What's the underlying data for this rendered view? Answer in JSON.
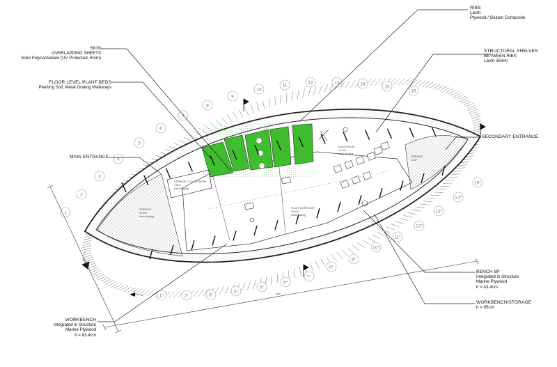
{
  "annotations": {
    "ribs": {
      "title": "RIBS",
      "lines": [
        "Larch",
        "Plywood / Glulam Composite"
      ]
    },
    "skin": {
      "title": "SKIN",
      "lines": [
        "OVERLAPPING SHEETS",
        "Solid Polycarbonate (UV Protected, 6mm)"
      ]
    },
    "plant_beds": {
      "title": "FLOOR LEVEL PLANT BEDS",
      "lines": [
        "Planting Soil, Metal Grating Walkways"
      ]
    },
    "shelves": {
      "title": "STRUCTURAL SHELVES",
      "lines": [
        "BETWEEN RIBS",
        "Larch 35mm"
      ]
    },
    "main_entrance": {
      "title": "MAIN ENTRANCE"
    },
    "secondary_entrance": {
      "title": "SECONDARY ENTRANCE"
    },
    "bench": {
      "title": "BENCH 8P",
      "lines": [
        "Integrated in Structure",
        "Marine Plywood",
        "h = 43.4cm"
      ]
    },
    "workbench_storage": {
      "title": "WORKBENCH/STORAGE",
      "lines": [
        "h = 95cm"
      ]
    },
    "workbench": {
      "title": "WORKBENCH",
      "lines": [
        "Integrated in Structure",
        "Marine Plywood",
        "h = 83.4cm"
      ]
    }
  },
  "rooms": {
    "storage": [
      "STORAGE / UTILITY ROOM",
      "4.0m²",
      "metal grating"
    ],
    "terrace_main": [
      "TERRACE",
      "12.3m²",
      "larch decking"
    ],
    "workshop": [
      "PLANT WORKSHOP",
      "38.4m²",
      "metal grating"
    ],
    "auditorium": [
      "AUDITORIUM",
      "14.4m²",
      "larch decking"
    ],
    "terrace_secondary": [
      "TERRACE",
      "6.2m²"
    ]
  },
  "grid_top": [
    "1",
    "2",
    "3",
    "4",
    "5",
    "6",
    "7",
    "8",
    "9",
    "10",
    "11",
    "12",
    "13",
    "14",
    "15",
    "16"
  ],
  "grid_bottom": [
    "1*",
    "2*",
    "3*",
    "4*",
    "5*",
    "6*",
    "7*",
    "8*",
    "9*",
    "10*",
    "11*",
    "12*",
    "13*",
    "14*",
    "15*"
  ],
  "north_label": "N",
  "dimensions": {
    "length": "20m",
    "width": "9m"
  },
  "colors": {
    "plant_bed": "#3fbf2f",
    "line": "#222222",
    "hatch": "#555555"
  }
}
